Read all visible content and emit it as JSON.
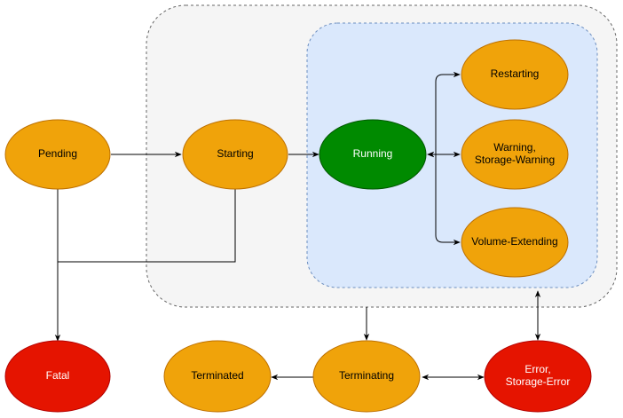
{
  "colors": {
    "orange": "#F0A30A",
    "orange_stroke": "#BD7000",
    "green": "#008A00",
    "green_stroke": "#005700",
    "red": "#E51400",
    "red_stroke": "#B20000",
    "outer_group_fill": "#F5F5F5",
    "outer_group_stroke": "#666666",
    "inner_group_fill": "#DAE8FC",
    "inner_group_stroke": "#6C8EBF",
    "edge": "#000000",
    "text_dark": "#000000",
    "text_light": "#FFFFFF"
  },
  "nodes": {
    "pending": {
      "label": "Pending",
      "status": "orange"
    },
    "starting": {
      "label": "Starting",
      "status": "orange"
    },
    "running": {
      "label": "Running",
      "status": "green"
    },
    "restarting": {
      "label": "Restarting",
      "status": "orange"
    },
    "warning": {
      "label": "Warning,\nStorage-Warning",
      "status": "orange"
    },
    "volume_extending": {
      "label": "Volume-Extending",
      "status": "orange"
    },
    "fatal": {
      "label": "Fatal",
      "status": "red"
    },
    "terminated": {
      "label": "Terminated",
      "status": "orange"
    },
    "terminating": {
      "label": "Terminating",
      "status": "orange"
    },
    "error": {
      "label": "Error,\nStorage-Error",
      "status": "red"
    }
  },
  "edges": [
    {
      "from": "pending",
      "to": "starting",
      "direction": "forward"
    },
    {
      "from": "starting",
      "to": "running",
      "direction": "forward"
    },
    {
      "from": "running",
      "to": "restarting",
      "direction": "both"
    },
    {
      "from": "running",
      "to": "warning",
      "direction": "both"
    },
    {
      "from": "running",
      "to": "volume_extending",
      "direction": "both"
    },
    {
      "from": "pending",
      "to": "fatal",
      "direction": "forward"
    },
    {
      "from": "starting",
      "to": "fatal",
      "direction": "forward"
    },
    {
      "from": "outer_group",
      "to": "terminating",
      "direction": "forward"
    },
    {
      "from": "outer_group",
      "to": "error",
      "direction": "both"
    },
    {
      "from": "terminating",
      "to": "terminated",
      "direction": "forward"
    },
    {
      "from": "terminating",
      "to": "error",
      "direction": "both"
    }
  ]
}
